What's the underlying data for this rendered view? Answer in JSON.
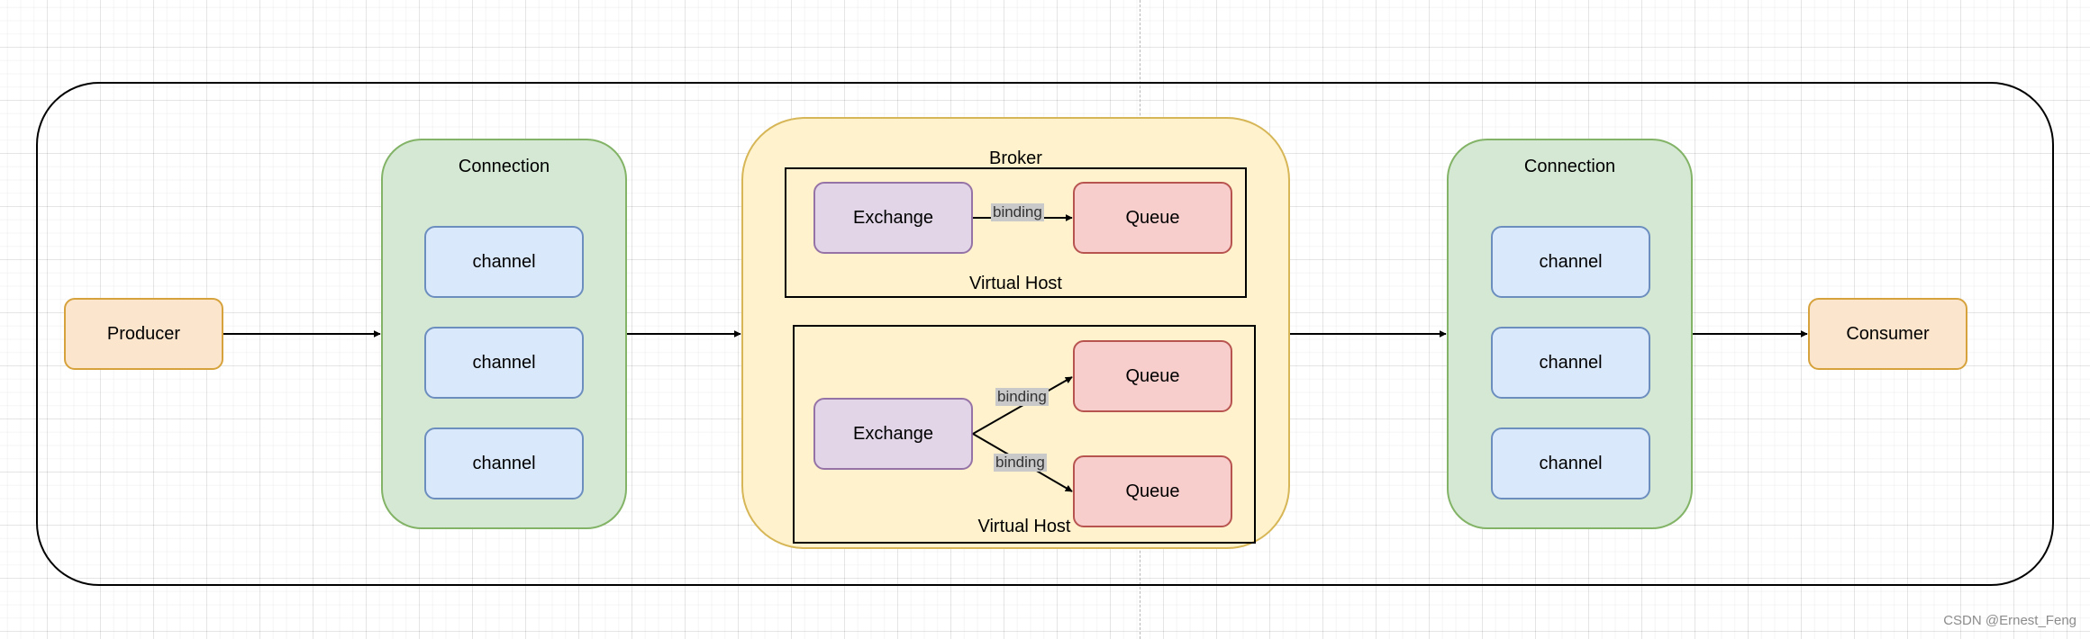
{
  "nodes": {
    "producer": "Producer",
    "consumer": "Consumer",
    "connection_left": {
      "title": "Connection",
      "channels": [
        "channel",
        "channel",
        "channel"
      ]
    },
    "connection_right": {
      "title": "Connection",
      "channels": [
        "channel",
        "channel",
        "channel"
      ]
    },
    "broker": {
      "title": "Broker",
      "vhost1": {
        "label": "Virtual Host",
        "exchange": "Exchange",
        "queue": "Queue",
        "binding": "binding"
      },
      "vhost2": {
        "label": "Virtual Host",
        "exchange": "Exchange",
        "queues": [
          "Queue",
          "Queue"
        ],
        "bindings": [
          "binding",
          "binding"
        ]
      }
    }
  },
  "watermark": "CSDN @Ernest_Feng",
  "colors": {
    "producer_fill": "#fce5cd",
    "connection_fill": "#d5e8d4",
    "channel_fill": "#dae8fc",
    "broker_fill": "#fff2cc",
    "exchange_fill": "#e1d5e7",
    "queue_fill": "#f8cecc"
  }
}
